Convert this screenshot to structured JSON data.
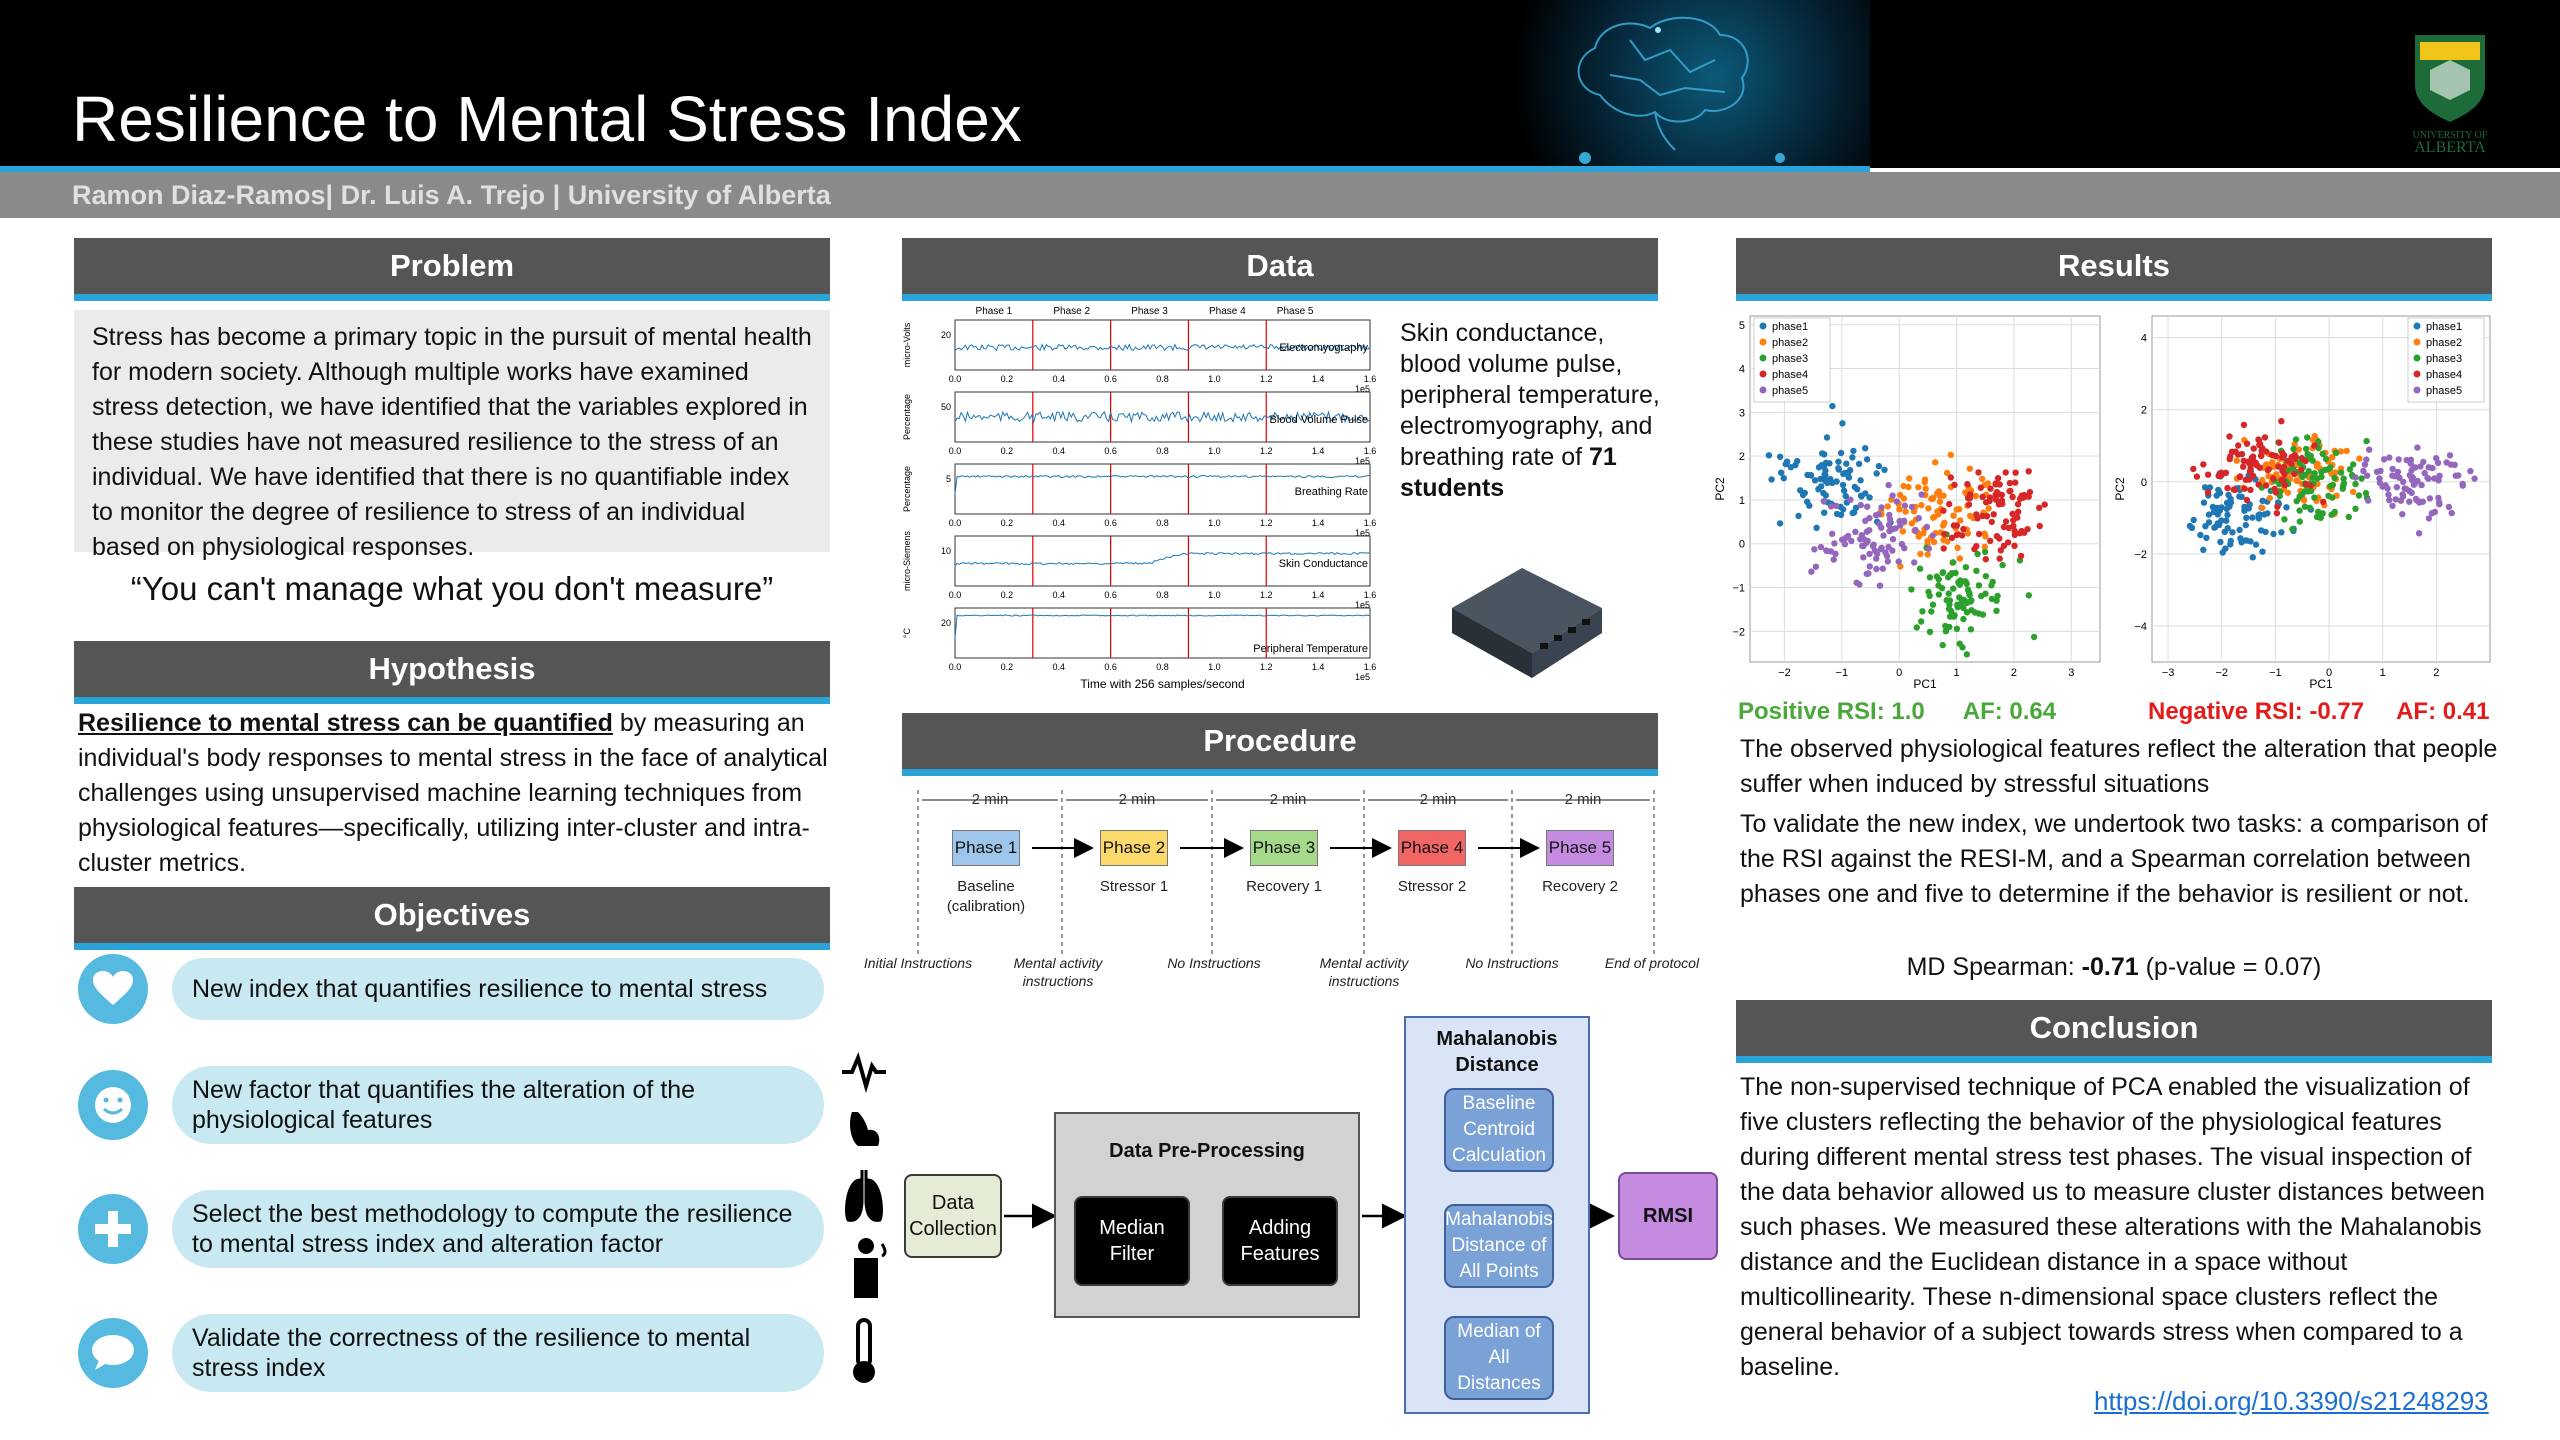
{
  "header": {
    "title": "Resilience to Mental Stress Index",
    "authors": "Ramon Diaz-Ramos| Dr. Luis A. Trejo | University of Alberta",
    "logo_text_1": "UNIVERSITY OF",
    "logo_text_2": "ALBERTA"
  },
  "problem": {
    "heading": "Problem",
    "text": "Stress has become a primary topic in the pursuit of mental health for modern society. Although multiple works have examined stress detection, we have identified that the variables explored in these studies have not measured resilience to the stress of an individual. We have identified that there is no quantifiable index to monitor the degree of resilience to stress of an individual based on physiological responses.",
    "quote": "“You can't manage what you don't measure”"
  },
  "hypothesis": {
    "heading": "Hypothesis",
    "lead": "Resilience to mental stress can be quantified",
    "text": " by measuring an individual's body responses to mental stress in the face of analytical challenges using unsupervised machine learning techniques from physiological features—specifically, utilizing inter-cluster and intra-cluster metrics."
  },
  "objectives": {
    "heading": "Objectives",
    "items": [
      "New index that quantifies resilience to mental stress",
      "New factor that quantifies the alteration of the physiological features",
      "Select the best methodology to compute the resilience to mental stress index and alteration factor",
      "Validate the correctness of the resilience to mental stress index"
    ],
    "icons": [
      "heart-icon",
      "smile-icon",
      "plus-icon",
      "speech-bubble-icon"
    ]
  },
  "data": {
    "heading": "Data",
    "text": "Skin conductance, blood volume pulse, peripheral temperature, electromyography, and breathing rate of",
    "bold": "71 students",
    "signals": [
      {
        "name": "Electromyography",
        "unit": "micro-Volts",
        "tick": "20"
      },
      {
        "name": "Blood Volume Pulse",
        "unit": "Percentage",
        "tick": "50"
      },
      {
        "name": "Breathing Rate",
        "unit": "Percentage",
        "tick": "5"
      },
      {
        "name": "Skin Conductance",
        "unit": "micro-Siemens",
        "tick": "10"
      },
      {
        "name": "Peripheral Temperature",
        "unit": "°C",
        "tick": "20"
      }
    ],
    "phases": [
      "Phase 1",
      "Phase 2",
      "Phase 3",
      "Phase 4",
      "Phase 5"
    ],
    "xticks": [
      "0.0",
      "0.2",
      "0.4",
      "0.6",
      "0.8",
      "1.0",
      "1.2",
      "1.4",
      "1.6"
    ],
    "xscale": "1e5",
    "xlabel": "Time with 256 samples/second"
  },
  "procedure": {
    "heading": "Procedure",
    "duration": "2 min",
    "phases": [
      {
        "label": "Phase 1",
        "desc": "Baseline (calibration)",
        "color": "#9ec6ea"
      },
      {
        "label": "Phase 2",
        "desc": "Stressor 1",
        "color": "#fbd96a"
      },
      {
        "label": "Phase 3",
        "desc": "Recovery 1",
        "color": "#a6d98a"
      },
      {
        "label": "Phase 4",
        "desc": "Stressor 2",
        "color": "#f26565"
      },
      {
        "label": "Phase 5",
        "desc": "Recovery 2",
        "color": "#c48be0"
      }
    ],
    "instructions": [
      "Initial Instructions",
      "Mental activity instructions",
      "No Instructions",
      "Mental activity instructions",
      "No Instructions",
      "End of protocol"
    ],
    "flow": {
      "collection": "Data Collection",
      "preprocessing": "Data Pre-Processing",
      "median": "Median Filter",
      "adding": "Adding Features",
      "maha_title": "Mahalanobis Distance",
      "baseline": "Baseline Centroid Calculation",
      "allpoints": "Mahalanobis Distance of All Points",
      "median_all": "Median of All Distances",
      "rmsi": "RMSI"
    },
    "sensor_icons": [
      "pulse-icon",
      "muscle-icon",
      "lungs-icon",
      "person-sweat-icon",
      "thermometer-icon"
    ]
  },
  "results": {
    "heading": "Results",
    "pos_label": "Positive RSI: 1.0",
    "pos_af": "AF: 0.64",
    "neg_label": "Negative RSI: -0.77",
    "neg_af": "AF: 0.41",
    "text1": "The observed physiological features reflect the alteration that people suffer when induced by stressful situations",
    "text2": "To validate the new index, we undertook two tasks: a comparison of the RSI against the RESI-M, and a Spearman correlation between phases one and five to determine if the behavior is resilient or not.",
    "spearman_label": "MD Spearman: ",
    "spearman_value": "-0.71",
    "spearman_p": " (p-value = 0.07)"
  },
  "conclusion": {
    "heading": "Conclusion",
    "text": "The non-supervised technique of PCA enabled the visualization of five clusters reflecting the behavior of the physiological features during different mental stress test phases. The visual inspection of the data behavior allowed us to measure cluster distances between such phases. We measured these alterations with the Mahalanobis distance and the Euclidean distance in a space without multicollinearity. These n-dimensional space clusters reflect the general behavior of a subject towards stress when compared to a baseline.",
    "doi": "https://doi.org/10.3390/s21248293"
  },
  "chart_data": [
    {
      "type": "scatter",
      "xlabel": "PC1",
      "ylabel": "PC2",
      "xlim": [
        -2.6,
        3.5
      ],
      "ylim": [
        -2.7,
        5.2
      ],
      "xticks": [
        "−2",
        "−1",
        "0",
        "1",
        "2",
        "3"
      ],
      "yticks": [
        "−2",
        "−1",
        "0",
        "1",
        "2",
        "3",
        "4",
        "5"
      ],
      "legend": "top-left",
      "series": [
        {
          "name": "phase1",
          "color": "#1f77b4",
          "center": [
            -1.2,
            1.5
          ]
        },
        {
          "name": "phase2",
          "color": "#ff7f0e",
          "center": [
            0.7,
            0.7
          ]
        },
        {
          "name": "phase3",
          "color": "#2ca02c",
          "center": [
            1.1,
            -1.2
          ]
        },
        {
          "name": "phase4",
          "color": "#d62728",
          "center": [
            1.6,
            0.8
          ]
        },
        {
          "name": "phase5",
          "color": "#9467bd",
          "center": [
            -0.5,
            0.2
          ]
        }
      ]
    },
    {
      "type": "scatter",
      "xlabel": "PC1",
      "ylabel": "PC2",
      "xlim": [
        -3.3,
        3.0
      ],
      "ylim": [
        -5.0,
        4.6
      ],
      "xticks": [
        "−3",
        "−2",
        "−1",
        "0",
        "1",
        "2"
      ],
      "yticks": [
        "−4",
        "−2",
        "0",
        "2",
        "4"
      ],
      "legend": "top-right",
      "series": [
        {
          "name": "phase1",
          "color": "#1f77b4",
          "center": [
            -1.7,
            -0.8
          ]
        },
        {
          "name": "phase2",
          "color": "#ff7f0e",
          "center": [
            -0.5,
            0.3
          ]
        },
        {
          "name": "phase3",
          "color": "#2ca02c",
          "center": [
            -0.2,
            0.0
          ]
        },
        {
          "name": "phase4",
          "color": "#d62728",
          "center": [
            -1.3,
            0.4
          ]
        },
        {
          "name": "phase5",
          "color": "#9467bd",
          "center": [
            1.6,
            0.0
          ]
        }
      ]
    }
  ]
}
